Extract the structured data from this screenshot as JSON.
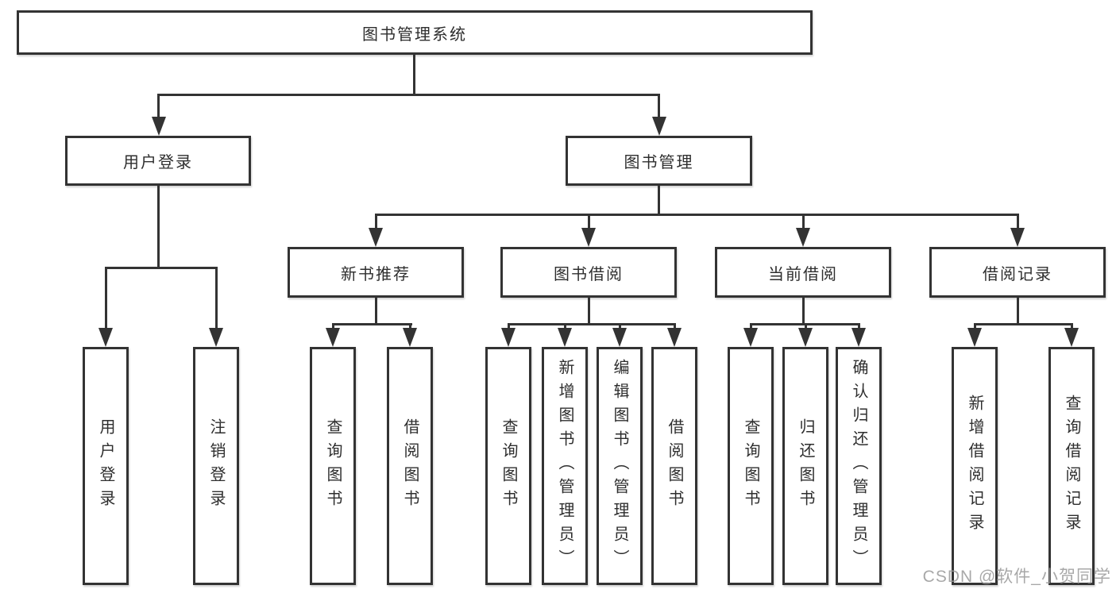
{
  "diagram_title": "图书管理系统",
  "nodes": {
    "root": "图书管理系统",
    "user_login": "用户登录",
    "book_mgmt": "图书管理",
    "new_book_rec": "新书推荐",
    "book_borrow": "图书借阅",
    "current_borrow": "当前借阅",
    "borrow_records": "借阅记录",
    "leaf_user_login": "用户登录",
    "leaf_logout": "注销登录",
    "nbr_query_books": "查询图书",
    "nbr_borrow_books": "借阅图书",
    "bb_query_books": "查询图书",
    "bb_add_books": "新增图书（管理员）",
    "bb_edit_books": "编辑图书（管理员）",
    "bb_borrow_books": "借阅图书",
    "cb_query_books": "查询图书",
    "cb_return_books": "归还图书",
    "cb_confirm_return": "确认归还（管理员）",
    "br_add_record": "新增借阅记录",
    "br_query_record": "查询借阅记录"
  },
  "hierarchy": {
    "图书管理系统": {
      "用户登录": [
        "用户登录",
        "注销登录"
      ],
      "图书管理": {
        "新书推荐": [
          "查询图书",
          "借阅图书"
        ],
        "图书借阅": [
          "查询图书",
          "新增图书（管理员）",
          "编辑图书（管理员）",
          "借阅图书"
        ],
        "当前借阅": [
          "查询图书",
          "归还图书",
          "确认归还（管理员）"
        ],
        "借阅记录": [
          "新增借阅记录",
          "查询借阅记录"
        ]
      }
    }
  },
  "watermark": "CSDN @软件_小贺同学",
  "colors": {
    "background": "#ffffff",
    "box_fill": "#ffffff",
    "box_border": "#333333",
    "line": "#333333",
    "text": "#2e2e2e",
    "watermark_text": "#9a9a9a"
  }
}
